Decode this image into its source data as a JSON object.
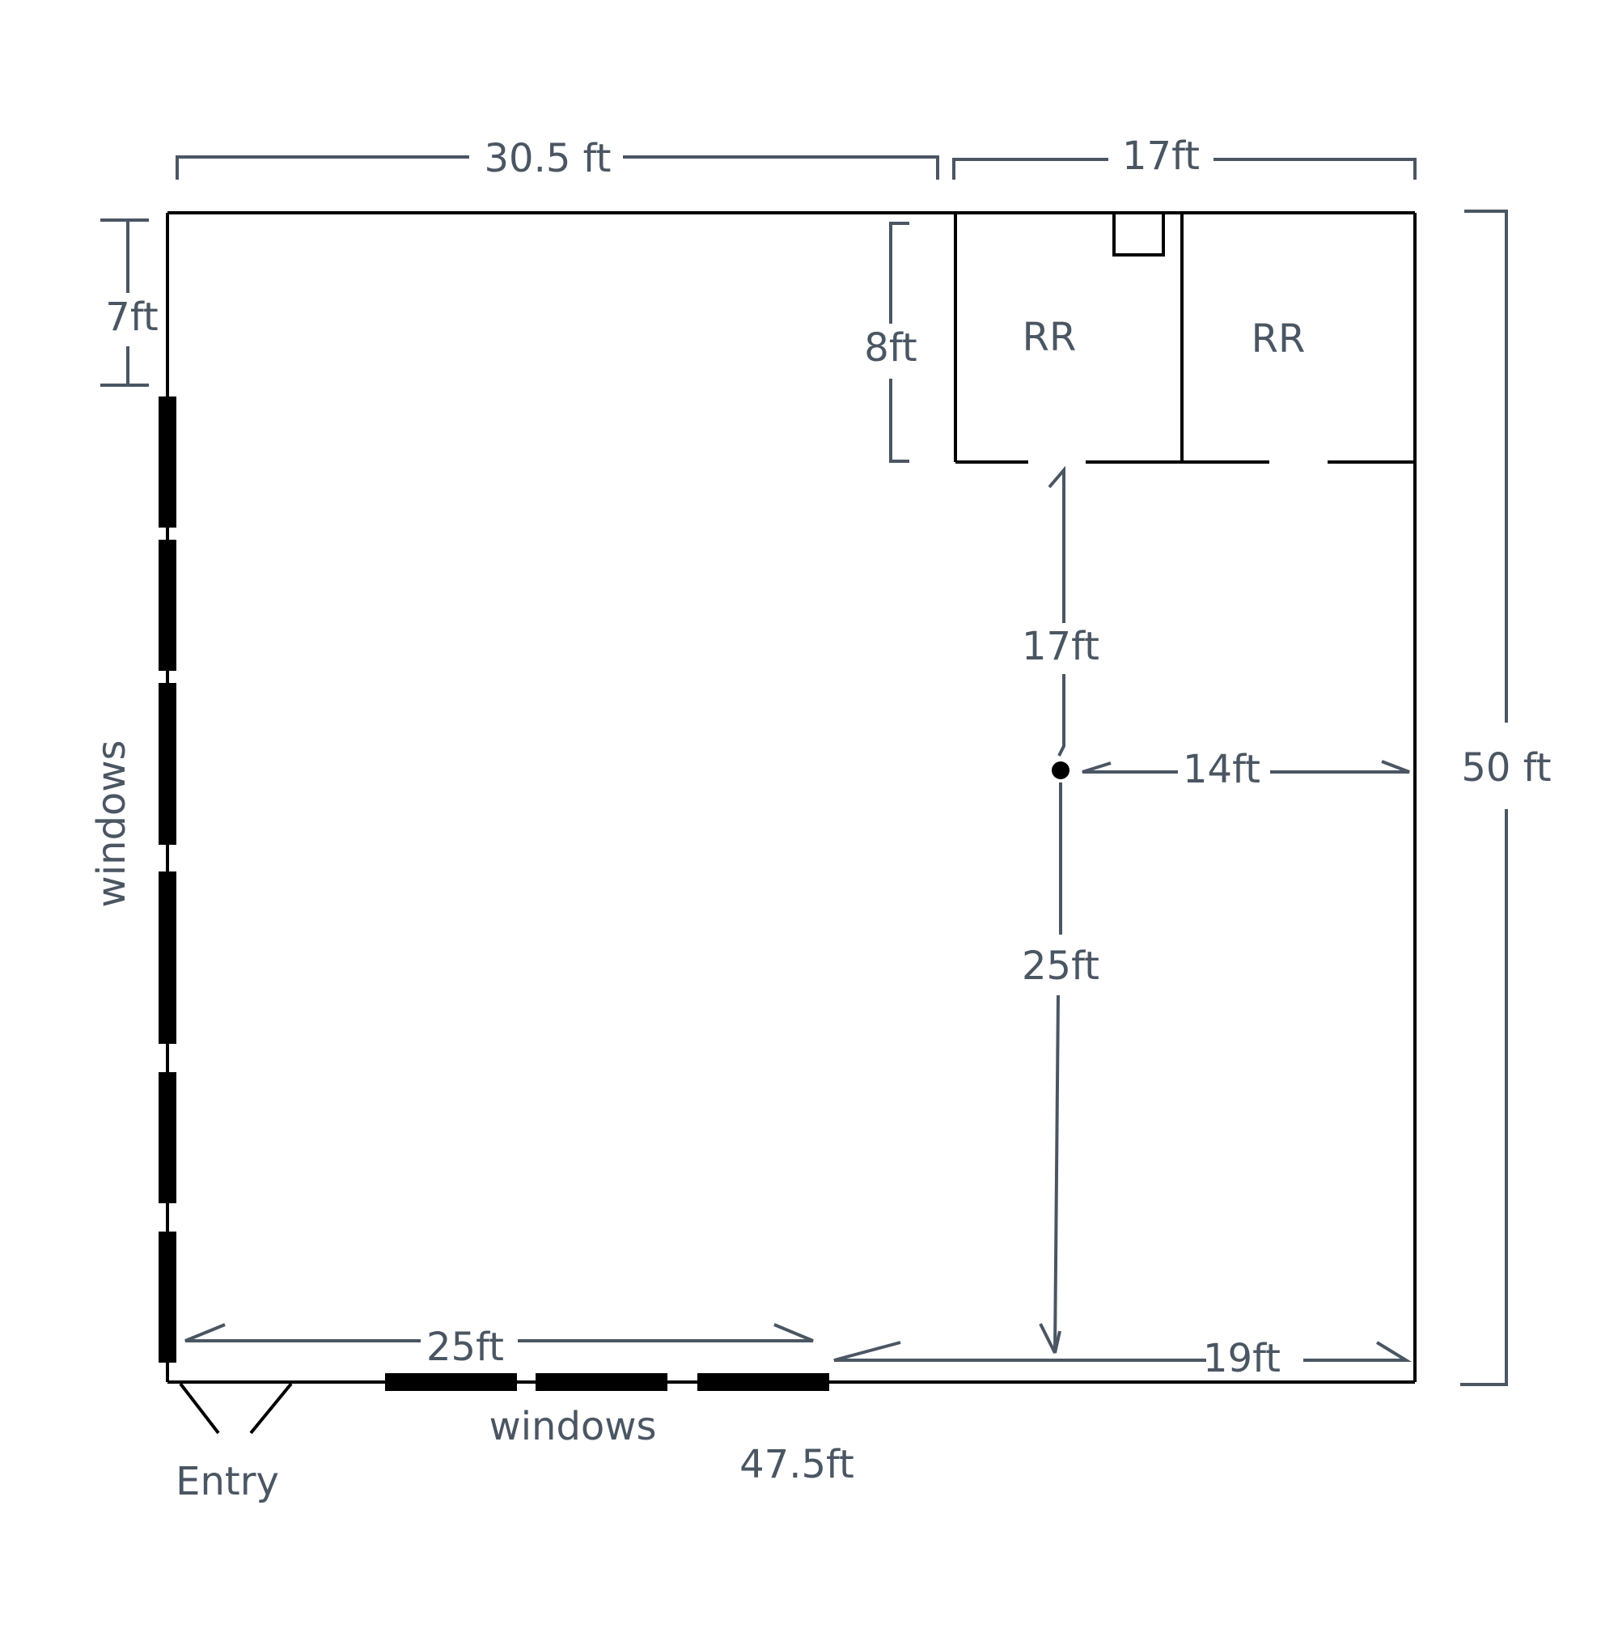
{
  "labels": {
    "top_left_width": "30.5 ft",
    "top_right_width": "17ft",
    "left_top_height": "7ft",
    "restroom_depth": "8ft",
    "restroom_1": "RR",
    "restroom_2": "RR",
    "to_restroom_distance": "17ft",
    "to_right_wall": "14ft",
    "total_height": "50 ft",
    "left_windows": "windows",
    "to_bottom_wall": "25ft",
    "bottom_left_span": "25ft",
    "bottom_right_span": "19ft",
    "bottom_windows": "windows",
    "entry": "Entry",
    "total_width": "47.5ft"
  },
  "colors": {
    "dimension": "#4b5663",
    "wall": "#000000"
  }
}
